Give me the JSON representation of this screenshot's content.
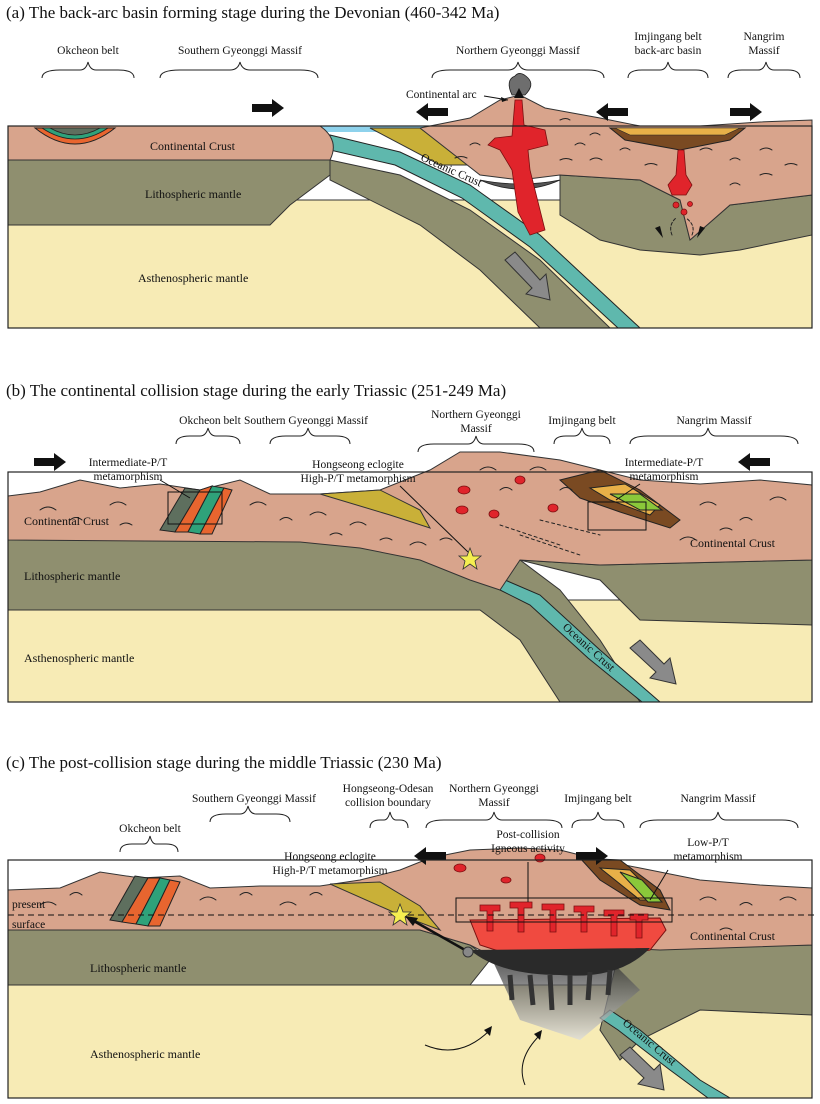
{
  "panels": [
    {
      "title": "(a) The back-arc basin forming stage during the Devonian (460-342 Ma)",
      "labels": {
        "okcheon": "Okcheon belt",
        "southern": "Southern Gyeonggi Massif",
        "northern": "Northern Gyeonggi Massif",
        "imjingang_1": "Imjingang belt",
        "imjingang_2": "back-arc basin",
        "nangrim_1": "Nangrim",
        "nangrim_2": "Massif",
        "continental_arc": "Continental arc",
        "continental_crust": "Continental Crust",
        "oceanic_crust": "Oceanic Crust",
        "litho": "Lithospheric mantle",
        "astheno": "Asthenospheric mantle"
      }
    },
    {
      "title": "(b) The continental collision stage during the early Triassic (251-249 Ma)",
      "labels": {
        "okcheon": "Okcheon belt",
        "southern": "Southern Gyeonggi Massif",
        "northern_1": "Northern Gyeonggi",
        "northern_2": "Massif",
        "imjingang": "Imjingang belt",
        "nangrim": "Nangrim Massif",
        "inter_left_1": "Intermediate-P/T",
        "inter_left_2": "metamorphism",
        "hongseong_1": "Hongseong eclogite",
        "hongseong_2": "High-P/T metamorphism",
        "inter_right_1": "Intermediate-P/T",
        "inter_right_2": "metamorphism",
        "continental_crust_left": "Continental Crust",
        "continental_crust_right": "Continental Crust",
        "litho": "Lithospheric mantle",
        "astheno": "Asthenospheric mantle",
        "oceanic_crust": "Oceanic Crust"
      }
    },
    {
      "title": "(c) The post-collision stage during the middle Triassic (230 Ma)",
      "labels": {
        "southern": "Southern Gyeonggi Massif",
        "hongseong_odesan_1": "Hongseong-Odesan",
        "hongseong_odesan_2": "collision boundary",
        "northern_1": "Northern Gyeonggi",
        "northern_2": "Massif",
        "imjingang": "Imjingang belt",
        "nangrim": "Nangrim Massif",
        "okcheon": "Okcheon belt",
        "post_1": "Post-collision",
        "post_2": "Igneous activity",
        "lowpt_1": "Low-P/T",
        "lowpt_2": "metamorphism",
        "hongseong_1": "Hongseong eclogite",
        "hongseong_2": "High-P/T metamorphism",
        "present_1": "present",
        "present_2": "surface",
        "continental_crust": "Continental Crust",
        "litho": "Lithospheric mantle",
        "astheno": "Asthenospheric mantle",
        "oceanic_crust": "Oceanic Crust"
      }
    }
  ],
  "colors": {
    "crust": "#d8a48c",
    "lithospheric_mantle": "#8f8f6f",
    "asthenospheric_mantle": "#f7ebb5",
    "oceanic_crust": "#5fb8ad",
    "sea": "#8ed2ec",
    "magma": "#e0242b",
    "eclogite_star": "#f5ee50"
  }
}
